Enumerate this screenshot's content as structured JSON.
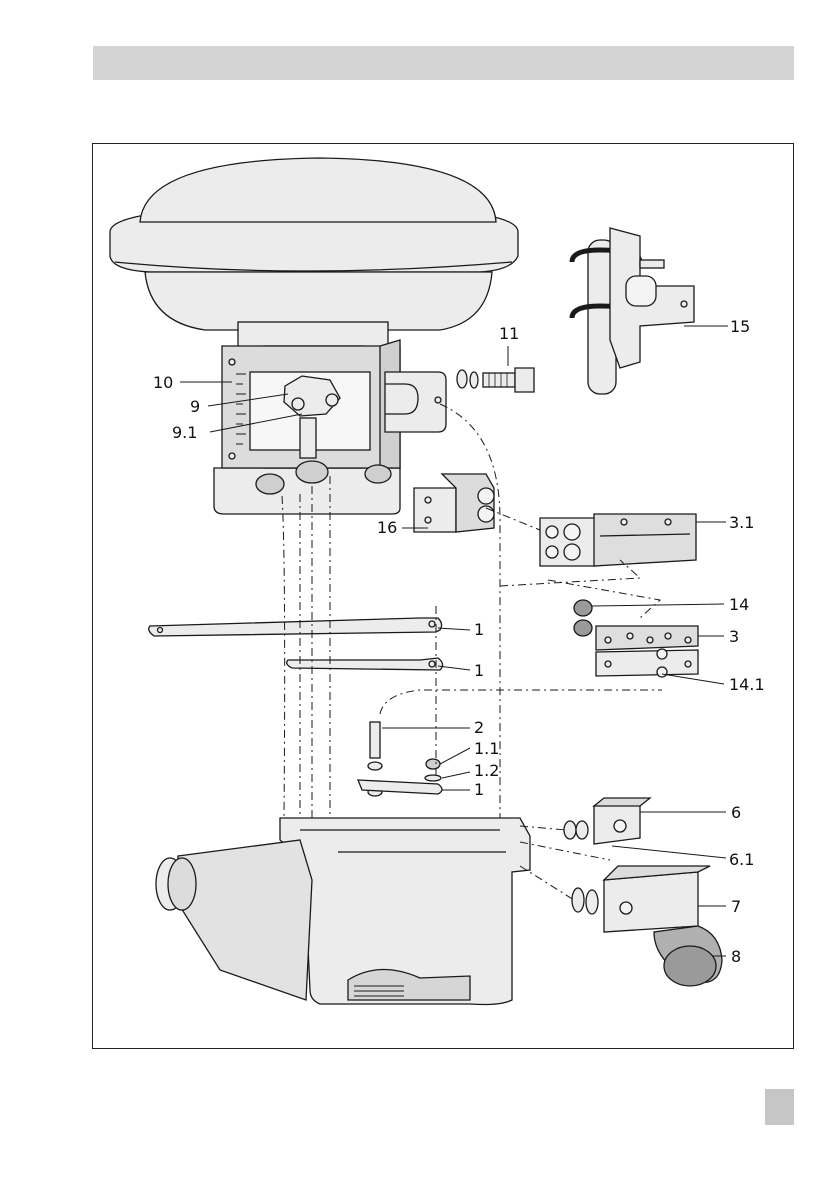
{
  "page": {
    "header_text": "",
    "page_number": ""
  },
  "figure": {
    "callouts": {
      "c11": "11",
      "c15": "15",
      "c10": "10",
      "c9": "9",
      "c9_1": "9.1",
      "c16": "16",
      "c3_1": "3.1",
      "c14": "14",
      "c1_a": "1",
      "c3": "3",
      "c1_b": "1",
      "c14_1": "14.1",
      "c2": "2",
      "c1_1": "1.1",
      "c1_2": "1.2",
      "c1_c": "1",
      "c6": "6",
      "c6_1": "6.1",
      "c7": "7",
      "c8": "8"
    },
    "colors": {
      "line": "#1a1a1a",
      "part_fill": "#ececec",
      "dark_part": "#9a9a9a",
      "header_bar": "#d4d4d4",
      "page_tab": "#c6c6c6"
    }
  }
}
